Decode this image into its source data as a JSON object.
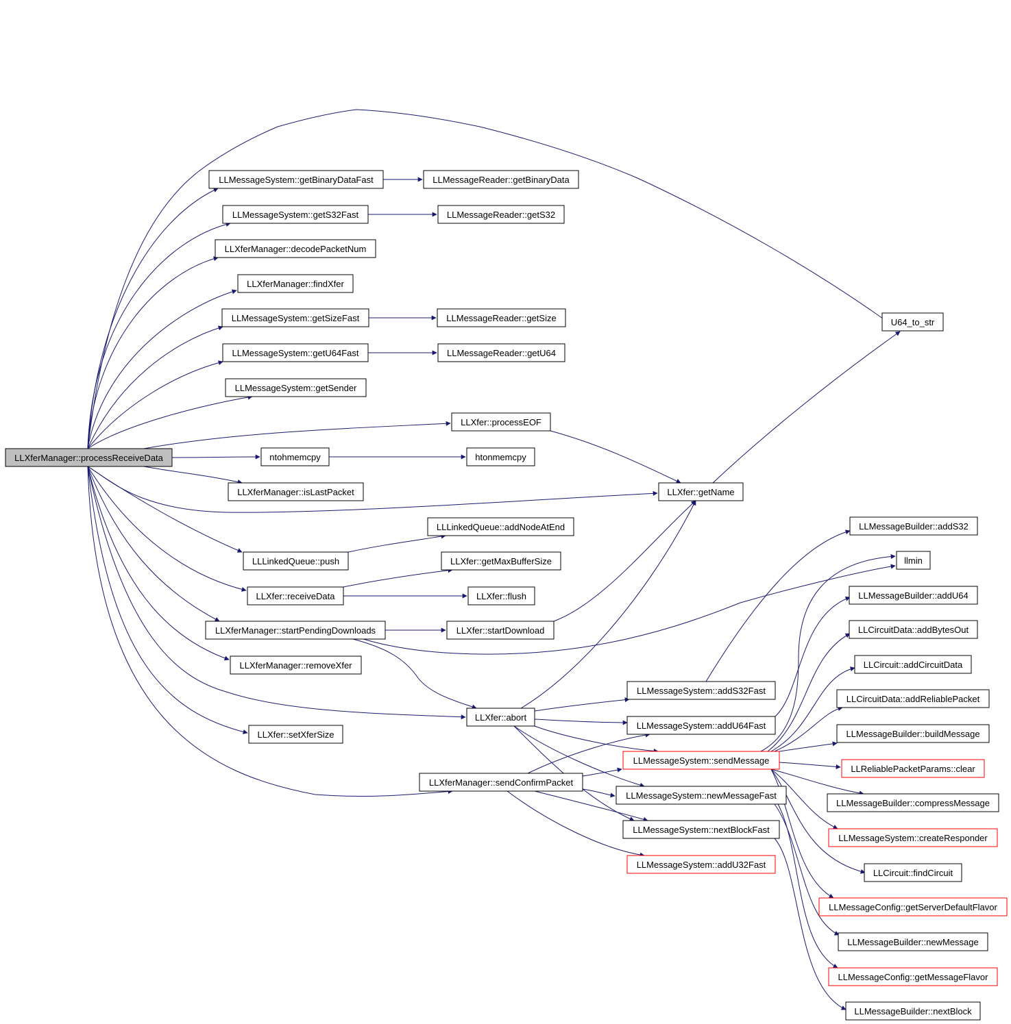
{
  "graph": {
    "root": "LLXferManager::processReceiveData",
    "nodes": [
      {
        "id": "n0",
        "label": "LLXferManager::processReceiveData",
        "kind": "root"
      },
      {
        "id": "n1",
        "label": "LLMessageSystem::getBinaryDataFast",
        "kind": "normal"
      },
      {
        "id": "n2",
        "label": "LLMessageReader::getBinaryData",
        "kind": "normal"
      },
      {
        "id": "n3",
        "label": "LLMessageSystem::getS32Fast",
        "kind": "normal"
      },
      {
        "id": "n4",
        "label": "LLMessageReader::getS32",
        "kind": "normal"
      },
      {
        "id": "n5",
        "label": "LLXferManager::decodePacketNum",
        "kind": "normal"
      },
      {
        "id": "n6",
        "label": "LLXferManager::findXfer",
        "kind": "normal"
      },
      {
        "id": "n7",
        "label": "LLMessageSystem::getSizeFast",
        "kind": "normal"
      },
      {
        "id": "n8",
        "label": "LLMessageReader::getSize",
        "kind": "normal"
      },
      {
        "id": "n9",
        "label": "LLMessageSystem::getU64Fast",
        "kind": "normal"
      },
      {
        "id": "n10",
        "label": "LLMessageReader::getU64",
        "kind": "normal"
      },
      {
        "id": "n11",
        "label": "LLMessageSystem::getSender",
        "kind": "normal"
      },
      {
        "id": "n12",
        "label": "LLXfer::processEOF",
        "kind": "normal"
      },
      {
        "id": "n13",
        "label": "ntohmemcpy",
        "kind": "normal"
      },
      {
        "id": "n14",
        "label": "htonmemcpy",
        "kind": "normal"
      },
      {
        "id": "n15",
        "label": "LLXferManager::isLastPacket",
        "kind": "normal"
      },
      {
        "id": "n16",
        "label": "LLXfer::getName",
        "kind": "normal"
      },
      {
        "id": "n17",
        "label": "U64_to_str",
        "kind": "normal"
      },
      {
        "id": "n18",
        "label": "LLLinkedQueue::addNodeAtEnd",
        "kind": "normal"
      },
      {
        "id": "n19",
        "label": "LLLinkedQueue::push",
        "kind": "normal"
      },
      {
        "id": "n20",
        "label": "LLXfer::getMaxBufferSize",
        "kind": "normal"
      },
      {
        "id": "n21",
        "label": "LLXfer::receiveData",
        "kind": "normal"
      },
      {
        "id": "n22",
        "label": "LLXfer::flush",
        "kind": "normal"
      },
      {
        "id": "n23",
        "label": "LLXferManager::startPendingDownloads",
        "kind": "normal"
      },
      {
        "id": "n24",
        "label": "LLXfer::startDownload",
        "kind": "normal"
      },
      {
        "id": "n25",
        "label": "LLXferManager::removeXfer",
        "kind": "normal"
      },
      {
        "id": "n26",
        "label": "LLXfer::abort",
        "kind": "normal"
      },
      {
        "id": "n27",
        "label": "LLXfer::setXferSize",
        "kind": "normal"
      },
      {
        "id": "n28",
        "label": "LLXferManager::sendConfirmPacket",
        "kind": "normal"
      },
      {
        "id": "n29",
        "label": "LLMessageSystem::addS32Fast",
        "kind": "normal"
      },
      {
        "id": "n30",
        "label": "LLMessageSystem::addU64Fast",
        "kind": "normal"
      },
      {
        "id": "n31",
        "label": "LLMessageSystem::sendMessage",
        "kind": "truncated"
      },
      {
        "id": "n32",
        "label": "LLMessageSystem::newMessageFast",
        "kind": "normal"
      },
      {
        "id": "n33",
        "label": "LLMessageSystem::nextBlockFast",
        "kind": "normal"
      },
      {
        "id": "n34",
        "label": "LLMessageSystem::addU32Fast",
        "kind": "truncated"
      },
      {
        "id": "n35",
        "label": "LLMessageBuilder::addS32",
        "kind": "normal"
      },
      {
        "id": "n36",
        "label": "llmin",
        "kind": "normal"
      },
      {
        "id": "n37",
        "label": "LLMessageBuilder::addU64",
        "kind": "normal"
      },
      {
        "id": "n38",
        "label": "LLCircuitData::addBytesOut",
        "kind": "normal"
      },
      {
        "id": "n39",
        "label": "LLCircuit::addCircuitData",
        "kind": "normal"
      },
      {
        "id": "n40",
        "label": "LLCircuitData::addReliablePacket",
        "kind": "normal"
      },
      {
        "id": "n41",
        "label": "LLMessageBuilder::buildMessage",
        "kind": "normal"
      },
      {
        "id": "n42",
        "label": "LLReliablePacketParams::clear",
        "kind": "truncated"
      },
      {
        "id": "n43",
        "label": "LLMessageBuilder::compressMessage",
        "kind": "normal"
      },
      {
        "id": "n44",
        "label": "LLMessageSystem::createResponder",
        "kind": "truncated"
      },
      {
        "id": "n45",
        "label": "LLCircuit::findCircuit",
        "kind": "normal"
      },
      {
        "id": "n46",
        "label": "LLMessageConfig::getServerDefaultFlavor",
        "kind": "truncated"
      },
      {
        "id": "n47",
        "label": "LLMessageBuilder::newMessage",
        "kind": "normal"
      },
      {
        "id": "n48",
        "label": "LLMessageConfig::getMessageFlavor",
        "kind": "truncated"
      },
      {
        "id": "n49",
        "label": "LLMessageBuilder::nextBlock",
        "kind": "normal"
      }
    ],
    "edges": [
      [
        "n0",
        "n1"
      ],
      [
        "n0",
        "n3"
      ],
      [
        "n0",
        "n5"
      ],
      [
        "n0",
        "n6"
      ],
      [
        "n0",
        "n7"
      ],
      [
        "n0",
        "n9"
      ],
      [
        "n0",
        "n11"
      ],
      [
        "n0",
        "n12"
      ],
      [
        "n0",
        "n13"
      ],
      [
        "n0",
        "n15"
      ],
      [
        "n0",
        "n16"
      ],
      [
        "n0",
        "n19"
      ],
      [
        "n0",
        "n21"
      ],
      [
        "n0",
        "n23"
      ],
      [
        "n0",
        "n25"
      ],
      [
        "n0",
        "n26"
      ],
      [
        "n0",
        "n27"
      ],
      [
        "n0",
        "n28"
      ],
      [
        "n0",
        "n17"
      ],
      [
        "n1",
        "n2"
      ],
      [
        "n3",
        "n4"
      ],
      [
        "n7",
        "n8"
      ],
      [
        "n9",
        "n10"
      ],
      [
        "n13",
        "n14"
      ],
      [
        "n12",
        "n16"
      ],
      [
        "n16",
        "n17"
      ],
      [
        "n19",
        "n18"
      ],
      [
        "n21",
        "n20"
      ],
      [
        "n21",
        "n22"
      ],
      [
        "n23",
        "n24"
      ],
      [
        "n23",
        "n26"
      ],
      [
        "n23",
        "n36"
      ],
      [
        "n24",
        "n16"
      ],
      [
        "n26",
        "n16"
      ],
      [
        "n26",
        "n29"
      ],
      [
        "n26",
        "n30"
      ],
      [
        "n26",
        "n31"
      ],
      [
        "n26",
        "n32"
      ],
      [
        "n26",
        "n33"
      ],
      [
        "n28",
        "n30"
      ],
      [
        "n28",
        "n31"
      ],
      [
        "n28",
        "n32"
      ],
      [
        "n28",
        "n33"
      ],
      [
        "n28",
        "n34"
      ],
      [
        "n29",
        "n35"
      ],
      [
        "n30",
        "n37"
      ],
      [
        "n31",
        "n36"
      ],
      [
        "n31",
        "n38"
      ],
      [
        "n31",
        "n39"
      ],
      [
        "n31",
        "n40"
      ],
      [
        "n31",
        "n41"
      ],
      [
        "n31",
        "n42"
      ],
      [
        "n31",
        "n43"
      ],
      [
        "n31",
        "n44"
      ],
      [
        "n31",
        "n45"
      ],
      [
        "n31",
        "n46"
      ],
      [
        "n32",
        "n47"
      ],
      [
        "n32",
        "n48"
      ],
      [
        "n33",
        "n49"
      ]
    ]
  },
  "colors": {
    "edge": "#191970",
    "root_fill": "#bfbfbf",
    "box_border": "#000000",
    "truncated_border": "#ff0000",
    "background": "#ffffff"
  }
}
